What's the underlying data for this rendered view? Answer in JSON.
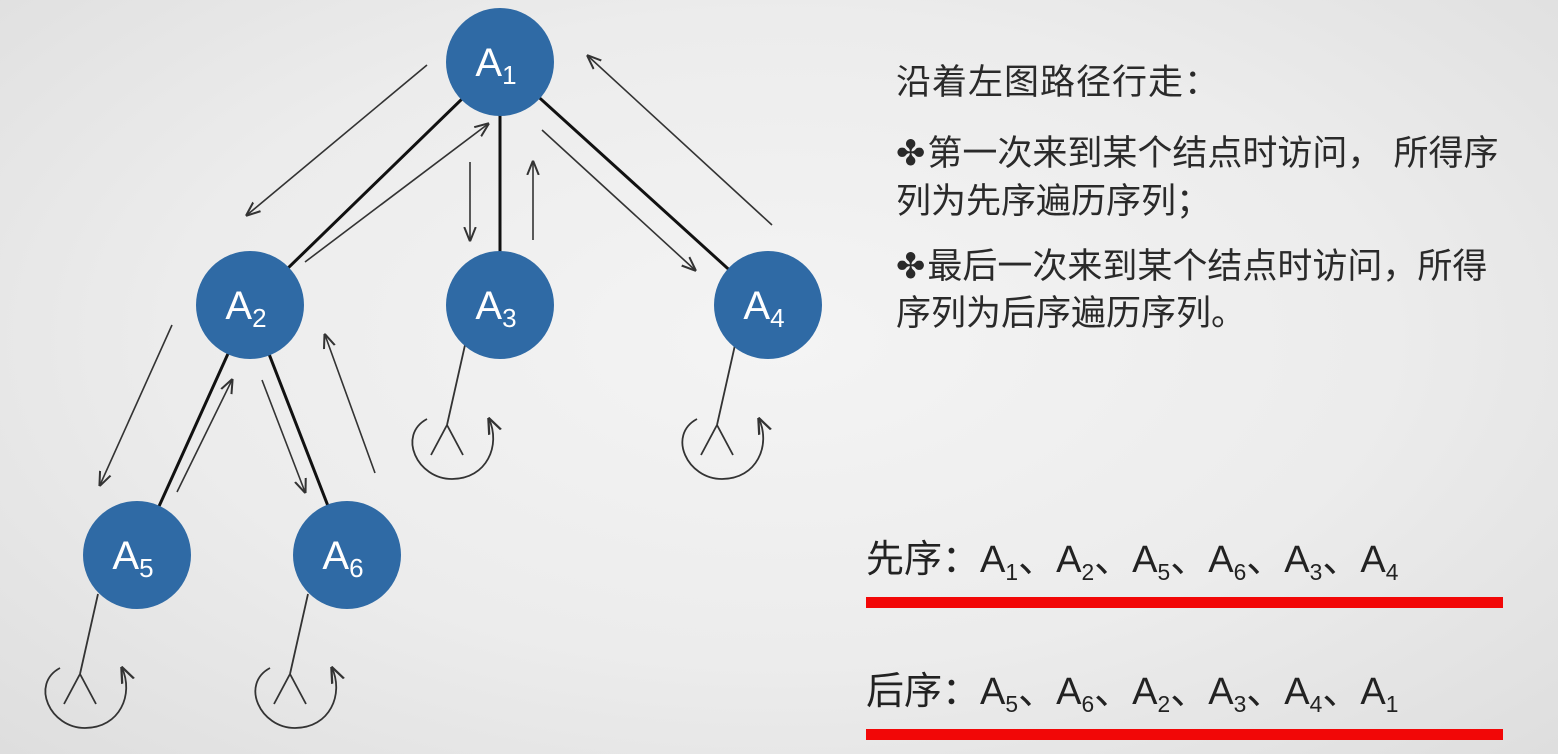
{
  "tree": {
    "nodes": [
      {
        "id": "A1",
        "letter": "A",
        "sub": "1"
      },
      {
        "id": "A2",
        "letter": "A",
        "sub": "2"
      },
      {
        "id": "A3",
        "letter": "A",
        "sub": "3"
      },
      {
        "id": "A4",
        "letter": "A",
        "sub": "4"
      },
      {
        "id": "A5",
        "letter": "A",
        "sub": "5"
      },
      {
        "id": "A6",
        "letter": "A",
        "sub": "6"
      }
    ],
    "edges": [
      [
        "A1",
        "A2"
      ],
      [
        "A1",
        "A3"
      ],
      [
        "A1",
        "A4"
      ],
      [
        "A2",
        "A5"
      ],
      [
        "A2",
        "A6"
      ]
    ],
    "colors": {
      "node_fill": "#2f6aa5",
      "node_text": "#ffffff",
      "edge": "#111111",
      "arrow": "#333333"
    }
  },
  "rules": {
    "heading": "沿着左图路径行走：",
    "items": [
      {
        "bullet": "✤",
        "text": "第一次来到某个结点时访问， 所得序列为先序遍历序列；"
      },
      {
        "bullet": "✤",
        "text": "最后一次来到某个结点时访问，所得序列为后序遍历序列。"
      }
    ]
  },
  "preorder": {
    "label": "先序：",
    "items": [
      {
        "letter": "A",
        "sub": "1"
      },
      {
        "letter": "A",
        "sub": "2"
      },
      {
        "letter": "A",
        "sub": "5"
      },
      {
        "letter": "A",
        "sub": "6"
      },
      {
        "letter": "A",
        "sub": "3"
      },
      {
        "letter": "A",
        "sub": "4"
      }
    ],
    "separator": "、",
    "underline_color": "#f20707"
  },
  "postorder": {
    "label": "后序：",
    "items": [
      {
        "letter": "A",
        "sub": "5"
      },
      {
        "letter": "A",
        "sub": "6"
      },
      {
        "letter": "A",
        "sub": "2"
      },
      {
        "letter": "A",
        "sub": "3"
      },
      {
        "letter": "A",
        "sub": "4"
      },
      {
        "letter": "A",
        "sub": "1"
      }
    ],
    "separator": "、",
    "underline_color": "#f20707"
  }
}
